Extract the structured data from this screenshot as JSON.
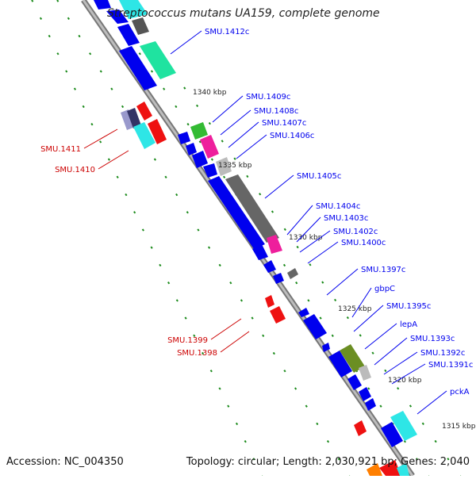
{
  "genome": {
    "title": "Streptococcus mutans UA159, complete genome",
    "accession": "Accession: NC_004350",
    "summary": "Topology: circular; Length: 2,030,921 bp; Genes: 2,040"
  },
  "colors": {
    "cds_strand": "#0000ee",
    "gene_label_forward": "#cc0000",
    "gene_label_reverse": "#0000ee",
    "backbone": "#888888",
    "gc_tick": "#1a8a1a"
  },
  "kbp_labels": [
    "1340 kbp",
    "1335 kbp",
    "1330 kbp",
    "1325 kbp",
    "1320 kbp",
    "1315 kbp"
  ],
  "gene_labels": {
    "right": [
      "SMU.1412c",
      "SMU.1409c",
      "SMU.1408c",
      "SMU.1407c",
      "SMU.1406c",
      "SMU.1405c",
      "SMU.1404c",
      "SMU.1403c",
      "SMU.1402c",
      "SMU.1400c",
      "SMU.1397c",
      "gbpC",
      "SMU.1395c",
      "lepA",
      "SMU.1393c",
      "SMU.1392c",
      "SMU.1391c",
      "pckA"
    ],
    "left": [
      "SMU.1411",
      "SMU.1410",
      "SMU.1399",
      "SMU.1398"
    ]
  }
}
